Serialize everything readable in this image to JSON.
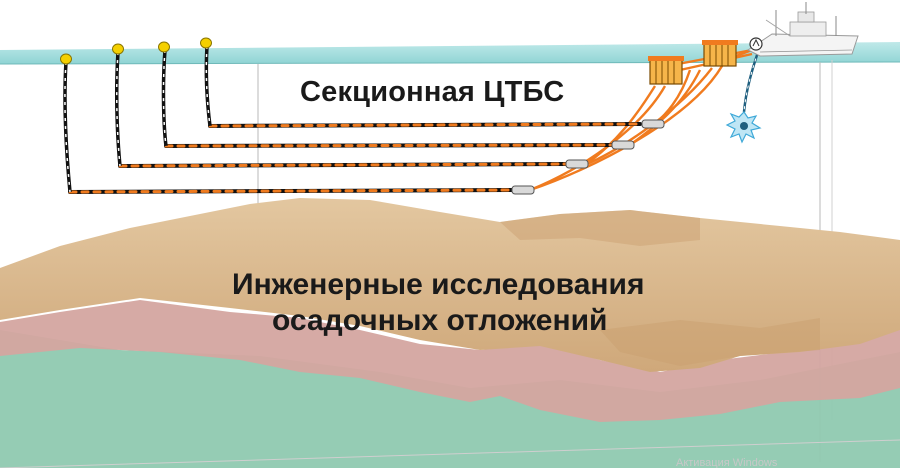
{
  "diagram": {
    "title": "Секционная ЦТБС",
    "seabed_caption_line1": "Инженерные исследования",
    "seabed_caption_line2": "осадочных отложений",
    "watermark": "Активация Windows"
  },
  "colors": {
    "sea_surface": "#a8dede",
    "sand_layer": "#d9b88f",
    "clay_layer": "#d4a5a0",
    "bottom_layer": "#8fc9b0",
    "streamer_orange": "#f07b1f",
    "streamer_black": "#111111",
    "float_yellow": "#f4d000",
    "source_blue": "#3fa9d8"
  },
  "icons": [
    "ship-icon",
    "float-buoy-icon",
    "air-gun-source-icon",
    "tow-frame-icon"
  ]
}
